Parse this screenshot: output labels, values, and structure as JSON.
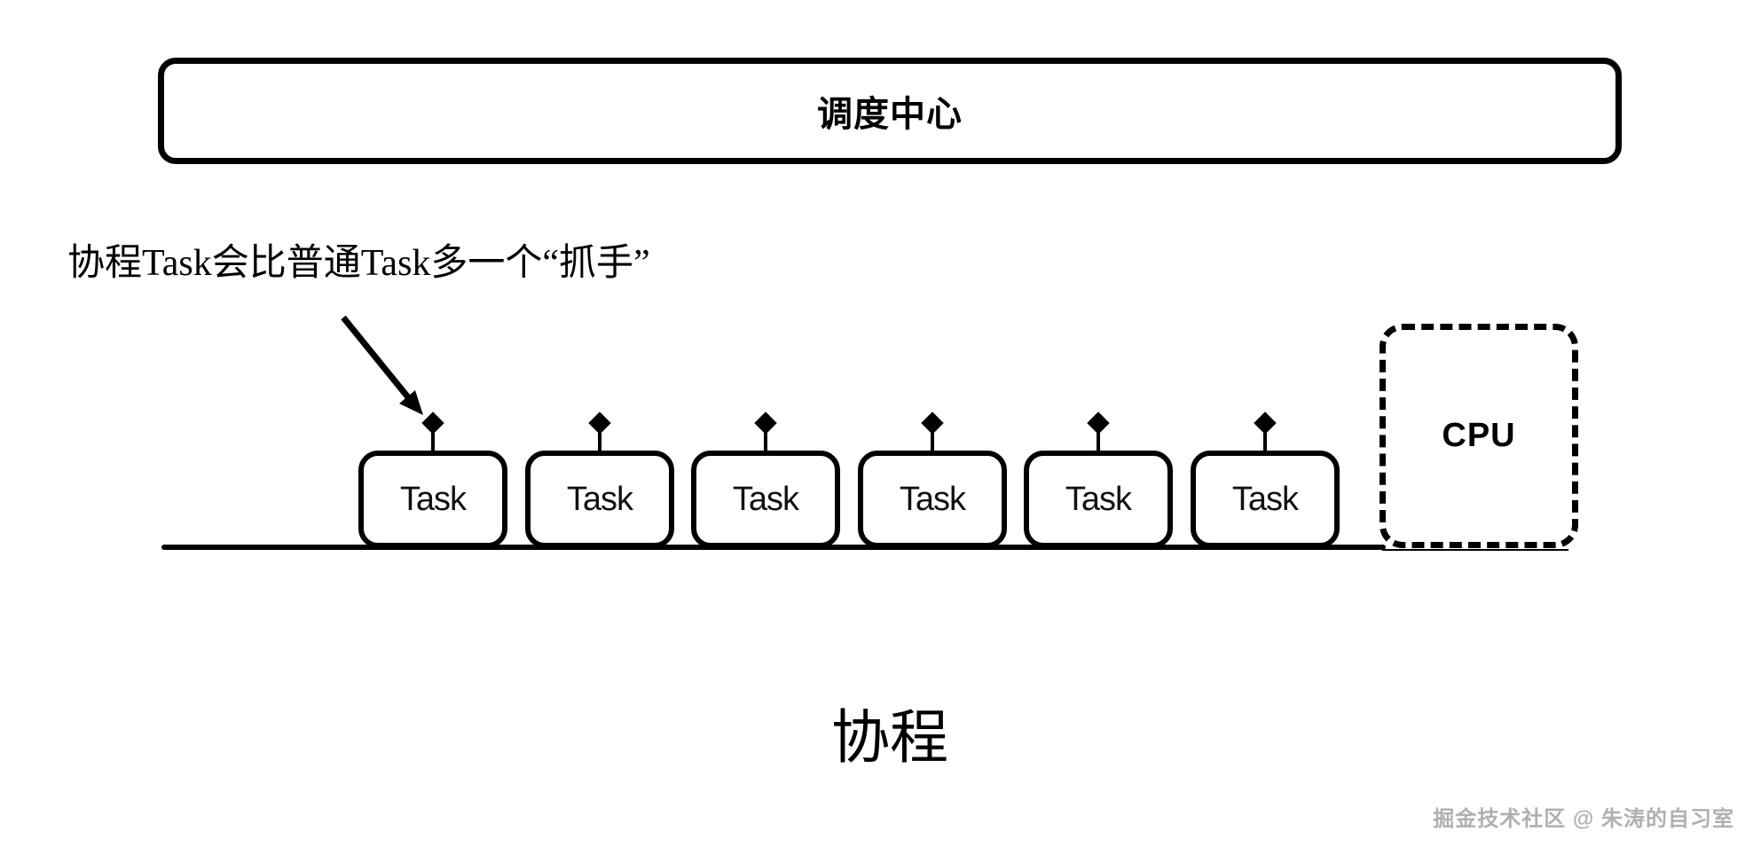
{
  "colors": {
    "ink": "#000000",
    "background": "#ffffff",
    "watermark_gray": "#b3afaf"
  },
  "scheduler": {
    "label": "调度中心"
  },
  "annotation": {
    "text": "协程Task会比普通Task多一个“抓手”"
  },
  "task_queue": {
    "items": [
      {
        "label": "Task"
      },
      {
        "label": "Task"
      },
      {
        "label": "Task"
      },
      {
        "label": "Task"
      },
      {
        "label": "Task"
      },
      {
        "label": "Task"
      }
    ]
  },
  "cpu": {
    "label": "CPU"
  },
  "footer": {
    "title": "协程",
    "watermark": "掘金技术社区 @ 朱涛的自习室"
  }
}
